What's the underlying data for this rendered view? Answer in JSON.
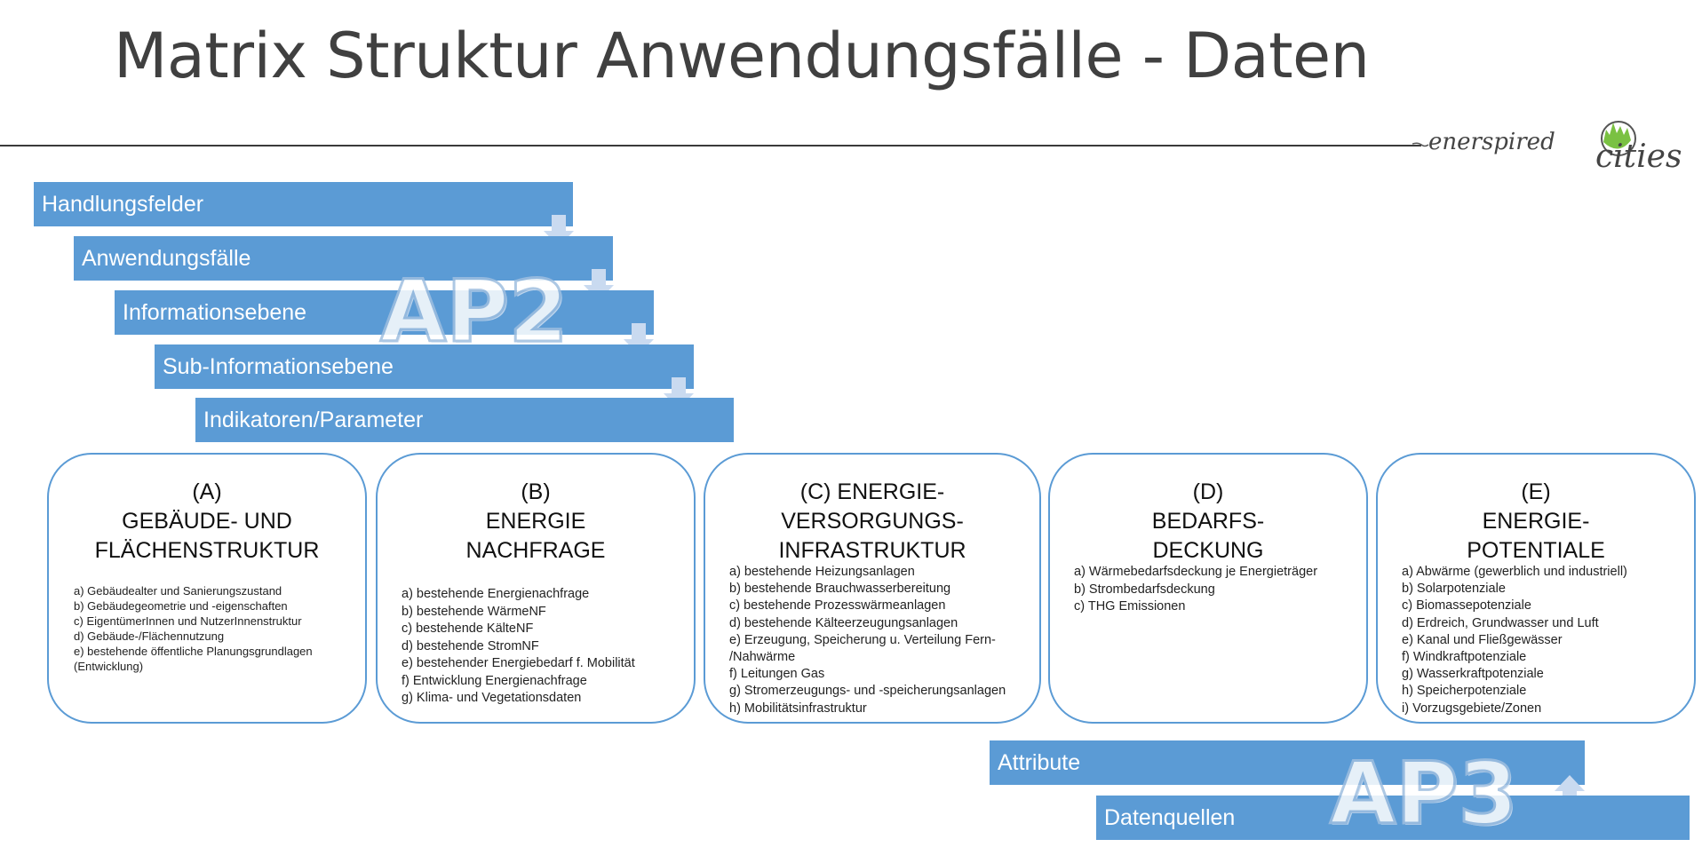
{
  "title": "Matrix Struktur Anwendungsfälle - Daten",
  "logo": {
    "text_left": "enerspired",
    "text_right": "cities",
    "accent": "#7ac142"
  },
  "colors": {
    "box_fill": "#5b9bd5",
    "card_border": "#5b9bd5",
    "arrow": "#c9daf0"
  },
  "hierarchy": {
    "steps": [
      "Handlungsfelder",
      "Anwendungsfälle",
      "Informationsebene",
      "Sub-Informationsebene",
      "Indikatoren/Parameter"
    ],
    "label": "AP2"
  },
  "cards": [
    {
      "letter": "(A)",
      "heading": "GEBÄUDE- UND\nFLÄCHENSTRUKTUR",
      "items": [
        "a) Gebäudealter und Sanierungszustand",
        "b)  Gebäudegeometrie und -eigenschaften",
        "c)  EigentümerInnen und NutzerInnenstruktur",
        "d)  Gebäude-/Flächennutzung",
        "e)  bestehende öffentliche Planungsgrundlagen\n      (Entwicklung)"
      ]
    },
    {
      "letter": "(B)",
      "heading": "ENERGIE\nNACHFRAGE",
      "items": [
        "a)  bestehende Energienachfrage",
        "b)  bestehende WärmeNF",
        "c) bestehende KälteNF",
        "d)  bestehende StromNF",
        "e)  bestehender Energiebedarf f. Mobilität",
        "f)   Entwicklung Energienachfrage",
        "g) Klima- und Vegetationsdaten"
      ]
    },
    {
      "letter": "(C) ENERGIE-",
      "heading": "VERSORGUNGS-\nINFRASTRUKTUR",
      "items": [
        "a)  bestehende Heizungsanlagen",
        "b)  bestehende Brauchwasserbereitung",
        "c)  bestehende Prozesswärmeanlagen",
        "d)  bestehende Kälteerzeugungsanlagen",
        "e)  Erzeugung, Speicherung u. Verteilung Fern-\n      /Nahwärme",
        "f)   Leitungen Gas",
        "g) Stromerzeugungs- und  -speicherungsanlagen",
        "h)  Mobilitätsinfrastruktur"
      ]
    },
    {
      "letter": "(D)",
      "heading": "BEDARFS-\nDECKUNG",
      "items": [
        "a)  Wärmebedarfsdeckung je Energieträger",
        "b) Strombedarfsdeckung",
        "c) THG Emissionen"
      ]
    },
    {
      "letter": "(E)",
      "heading": "ENERGIE-\nPOTENTIALE",
      "items": [
        "a)  Abwärme (gewerblich und industriell)",
        "b) Solarpotenziale",
        "c)  Biomassepotenziale",
        "d)  Erdreich, Grundwasser und Luft",
        "e)  Kanal und Fließgewässer",
        "f)  Windkraftpotenziale",
        "g)  Wasserkraftpotenziale",
        "h)  Speicherpotenziale",
        "i)   Vorzugsgebiete/Zonen"
      ]
    }
  ],
  "bottom": {
    "steps": [
      "Attribute",
      "Datenquellen"
    ],
    "label": "AP3"
  }
}
